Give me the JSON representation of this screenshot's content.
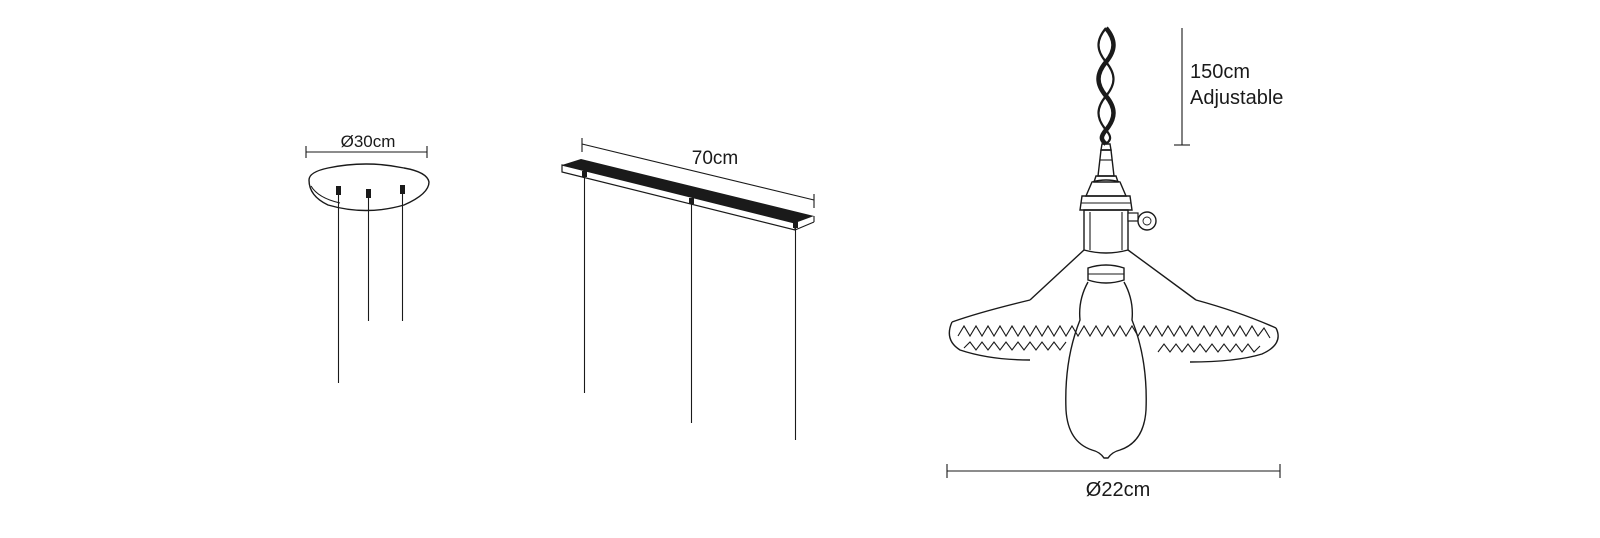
{
  "dimensions": {
    "round_canopy_diameter": "Ø30cm",
    "bar_canopy_length": "70cm",
    "cable_length_line1": "150cm",
    "cable_length_line2": "Adjustable",
    "shade_diameter": "Ø22cm"
  }
}
